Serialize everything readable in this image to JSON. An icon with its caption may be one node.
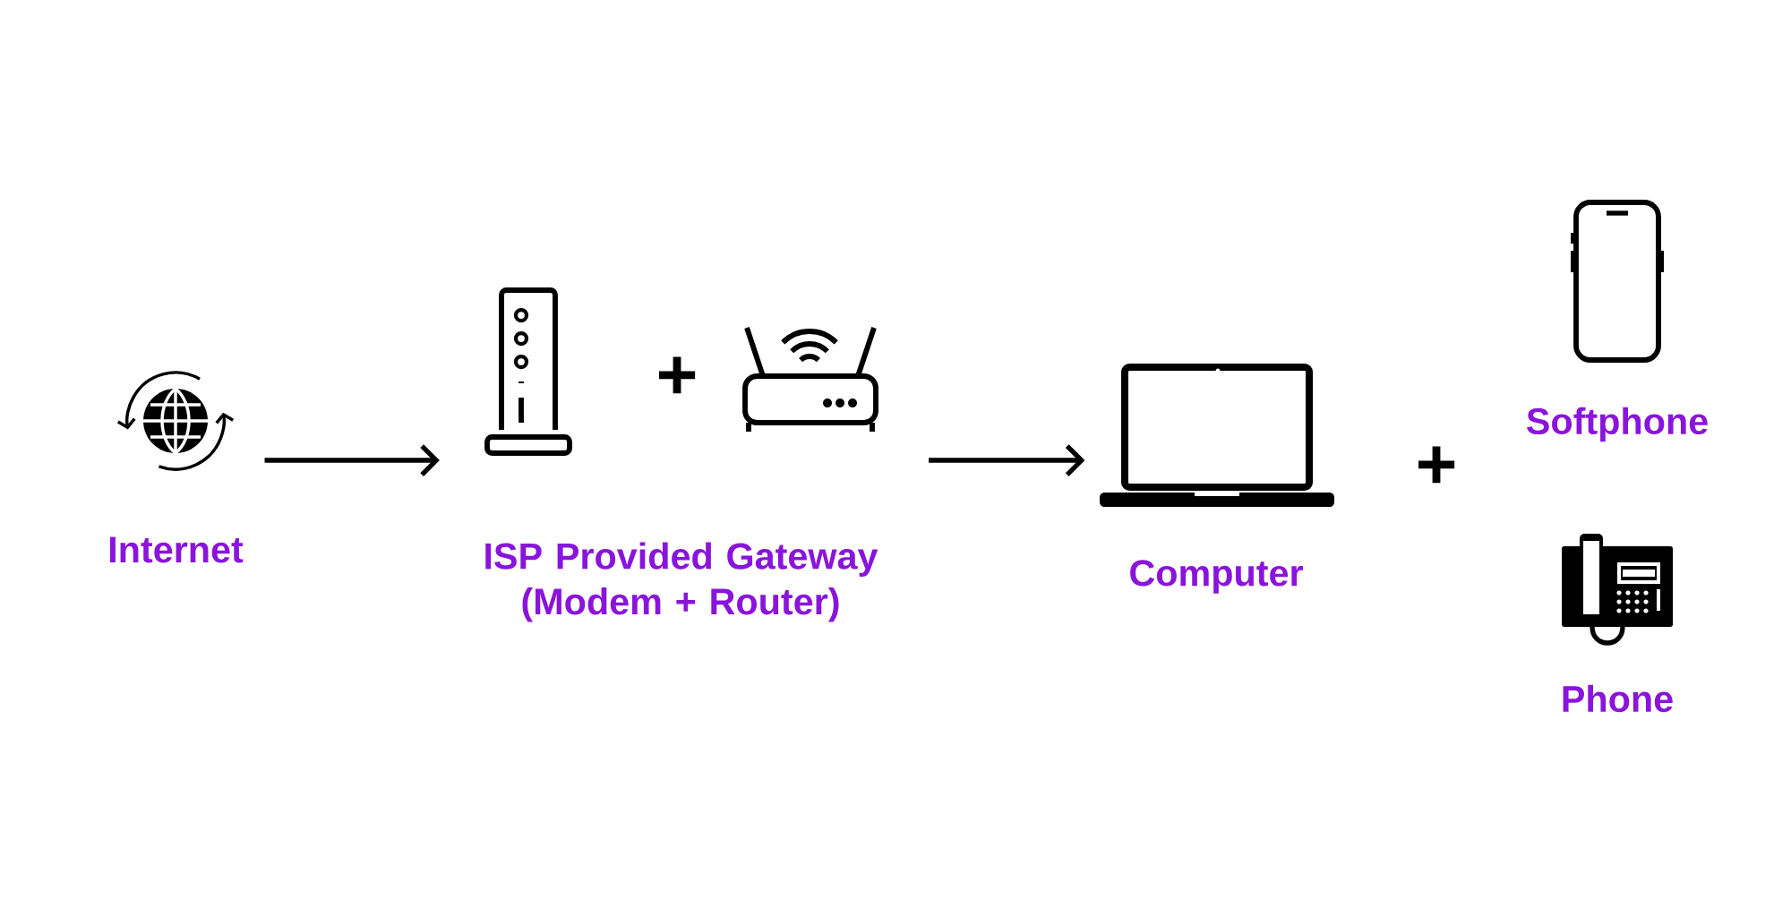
{
  "diagram": {
    "nodes": [
      {
        "text": [
          "Internet"
        ]
      },
      {
        "text": [
          "ISP Provided Gateway (Modem + Router)"
        ]
      },
      {
        "text": [
          "Computer"
        ]
      },
      {
        "text": [
          "Softphone"
        ]
      },
      {
        "text": [
          "Phone"
        ]
      }
    ],
    "edges": [
      {
        "from": 0,
        "to": 1,
        "arrow": "to"
      },
      {
        "from": 1,
        "to": 2,
        "arrow": "to"
      }
    ],
    "labels": [
      "+",
      "+"
    ]
  }
}
